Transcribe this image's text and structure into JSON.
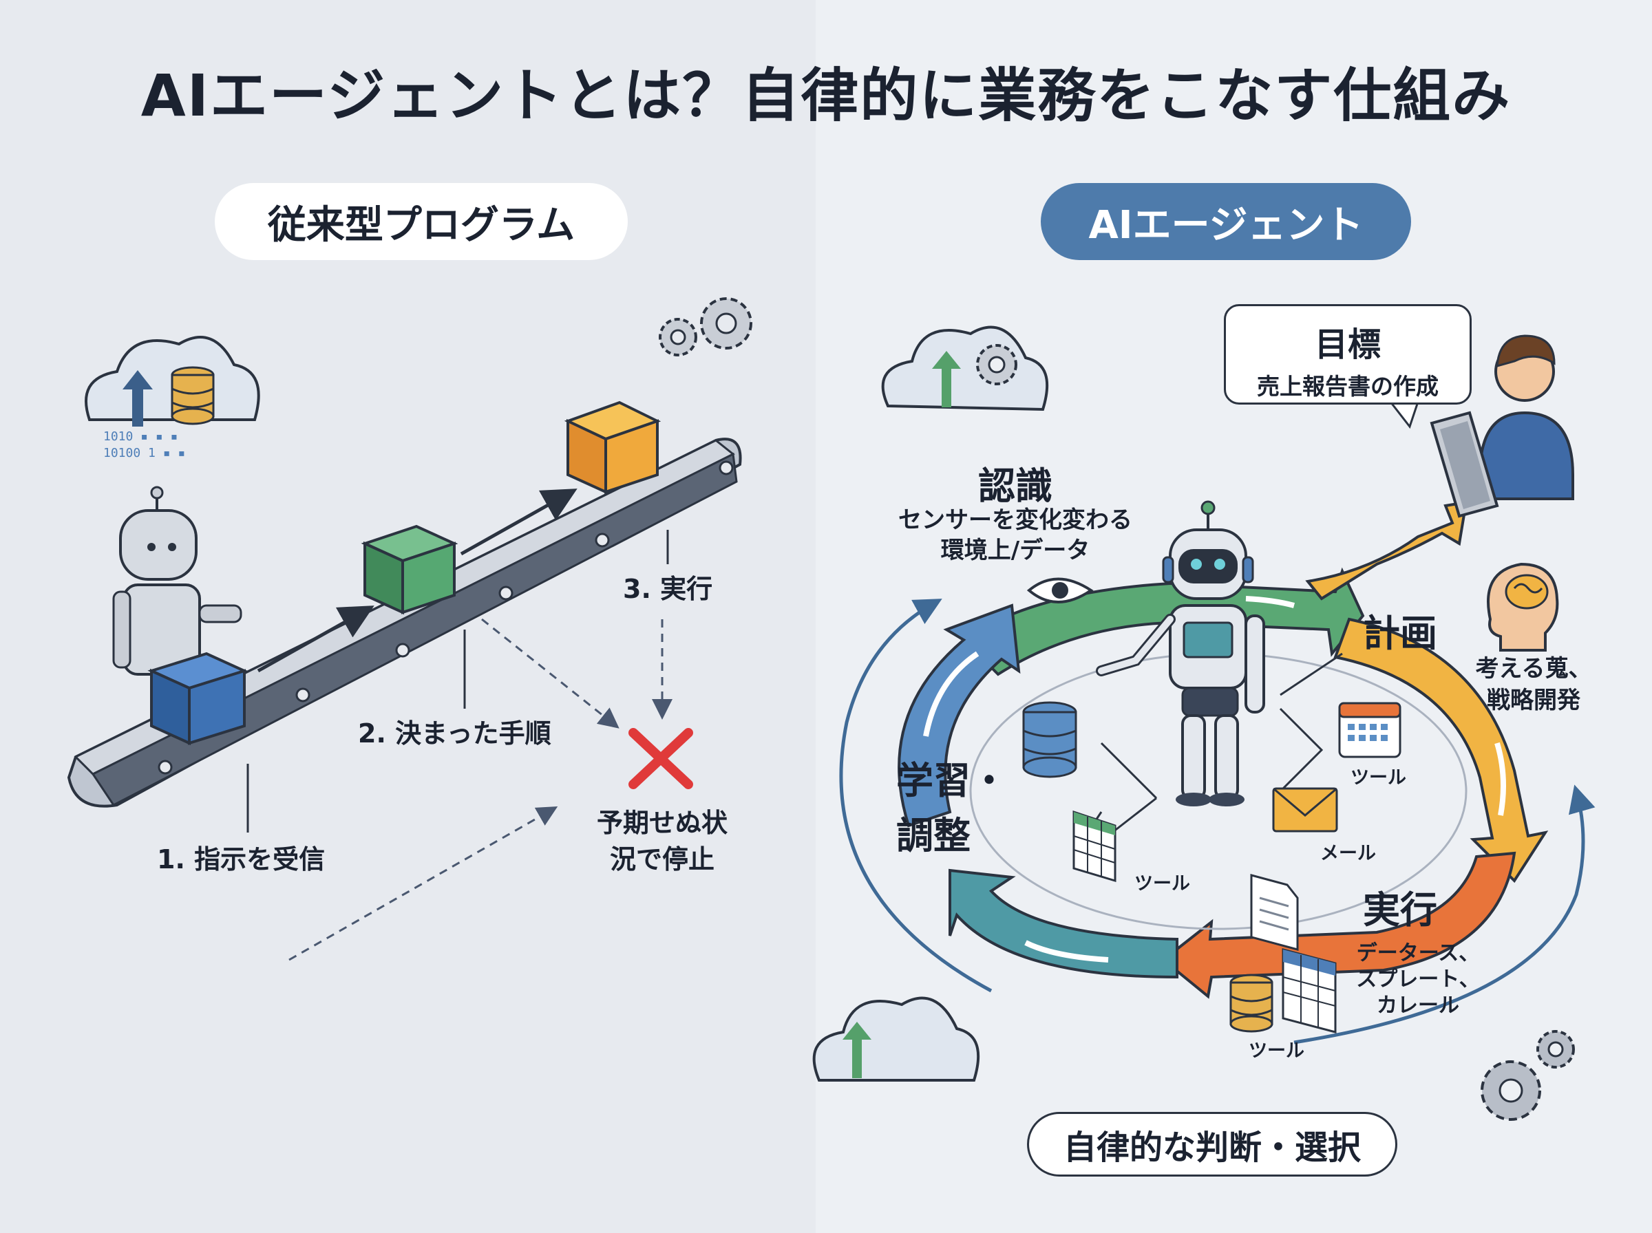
{
  "title": "AIエージェントとは？自律的に業務をこなす仕組み",
  "left_panel": {
    "header": "従来型プログラム",
    "step1": "1. 指示を受信",
    "step2": "2. 決まった手順",
    "step3": "3. 実行",
    "failure_line1": "予期せぬ状",
    "failure_line2": "況で停止",
    "binary_line1": "1010 ▪ ▪ ▪",
    "binary_line2": "10100 1 ▪ ▪"
  },
  "right_panel": {
    "header": "AIエージェント",
    "goal": {
      "title": "目標",
      "subtitle": "売上報告書の作成"
    },
    "perception": {
      "title": "認識",
      "desc_line1": "センサーを変化変わる",
      "desc_line2": "環境上/データ"
    },
    "planning": {
      "title": "計画",
      "desc_line1": "考える蒐、",
      "desc_line2": "戦略開発"
    },
    "execution": {
      "title": "実行",
      "desc_line1": "データース、",
      "desc_line2": "スプレート、",
      "desc_line3": "カレール"
    },
    "learning": {
      "title_line1": "学習・",
      "title_line2": "調整"
    },
    "tools": {
      "calendar": "ツール",
      "mail": "メール",
      "spreadsheet": "ツール",
      "database": "ツール"
    },
    "footer": "自律的な判断・選択"
  },
  "colors": {
    "perception": "#5aa874",
    "planning": "#f1b443",
    "execution": "#e8743a",
    "learning": "#4f9aa5",
    "learning_blue": "#5b8ec4",
    "accent_blue": "#4e7bab",
    "error_red": "#e03a3a",
    "ink": "#1b2230"
  }
}
